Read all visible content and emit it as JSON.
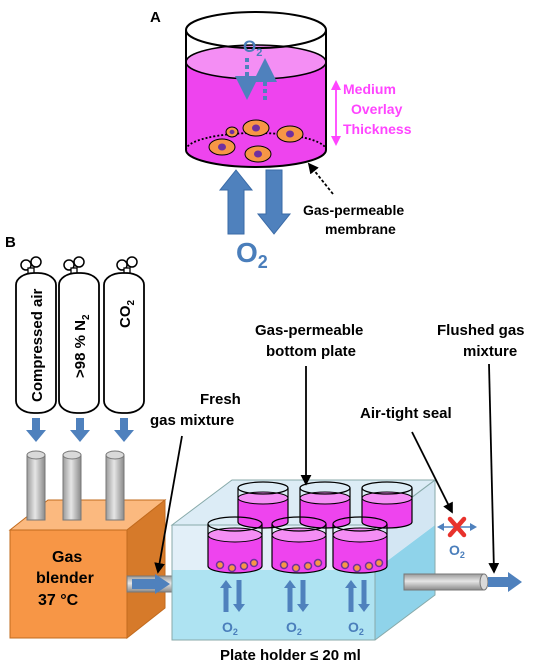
{
  "panel_a": {
    "letter": "A",
    "o2_top_main": "O",
    "o2_top_sub": "2",
    "medium_line1": "Medium",
    "medium_line2": "Overlay",
    "medium_line3": "Thickness",
    "membrane_line1": "Gas-permeable",
    "membrane_line2": "membrane",
    "o2_bottom_main": "O",
    "o2_bottom_sub": "2"
  },
  "panel_b": {
    "letter": "B",
    "cylinder_air": "Compressed air",
    "cylinder_n2_main": ">98 % N",
    "cylinder_n2_sub": "2",
    "cylinder_co2_main": "CO",
    "cylinder_co2_sub": "2",
    "plate_line1": "Gas-permeable",
    "plate_line2": "bottom plate",
    "flushed_line1": "Flushed gas",
    "flushed_line2": "mixture",
    "fresh_line1": "Fresh",
    "fresh_line2": "gas mixture",
    "seal_label": "Air-tight seal",
    "blender_line1": "Gas",
    "blender_line2": "blender",
    "blender_line3": "37 °C",
    "o2_main": "O",
    "o2_sub": "2",
    "holder_label": "Plate holder ≤ 20 ml"
  },
  "colors": {
    "arrow_blue": "#4f81bd",
    "o2_blue": "#4a7ebb",
    "medium_magenta": "#ee44ee",
    "medium_label": "#ff44ff",
    "cell_orange": "#f79646",
    "nucleus_purple": "#7030a0",
    "blender_orange": "#f79646",
    "holder_blue": "#c5e3f0",
    "seal_red": "#e8322c"
  },
  "icons": [
    "gas-cylinder-icon",
    "regulator-icon",
    "pipe-icon",
    "cross-mark-icon"
  ]
}
